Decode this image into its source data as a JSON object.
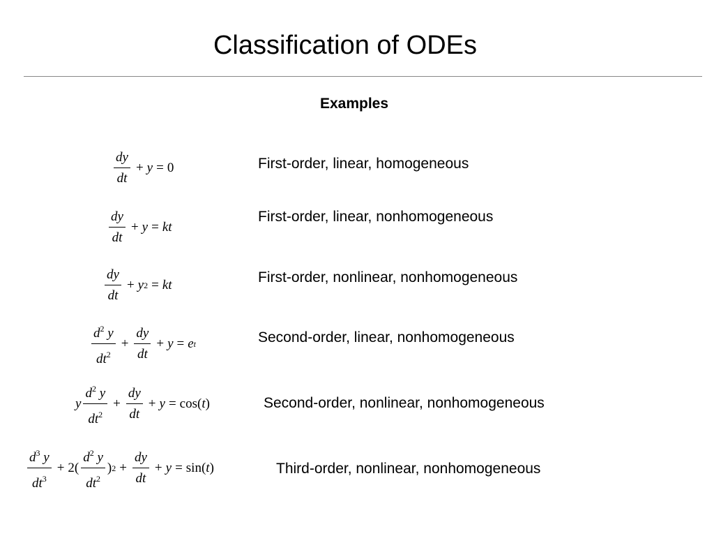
{
  "slide": {
    "title": "Classification of ODEs",
    "subheading": "Examples"
  },
  "math": {
    "d": "d",
    "dy": "dy",
    "dt": "dt",
    "y": "y",
    "t": "t",
    "e": "e",
    "kt": "kt",
    "zero": "0",
    "plus": "+",
    "equals": "=",
    "two": "2",
    "three": "3",
    "two_coef": "2(",
    "close_paren": ")",
    "open_paren": "(",
    "cos": "cos",
    "sin": "sin"
  },
  "examples": [
    {
      "description": "First-order, linear, homogeneous"
    },
    {
      "description": "First-order, linear, nonhomogeneous"
    },
    {
      "description": "First-order, nonlinear, nonhomogeneous"
    },
    {
      "description": "Second-order, linear, nonhomogeneous"
    },
    {
      "description": "Second-order, nonlinear, nonhomogeneous"
    },
    {
      "description": "Third-order, nonlinear, nonhomogeneous"
    }
  ]
}
